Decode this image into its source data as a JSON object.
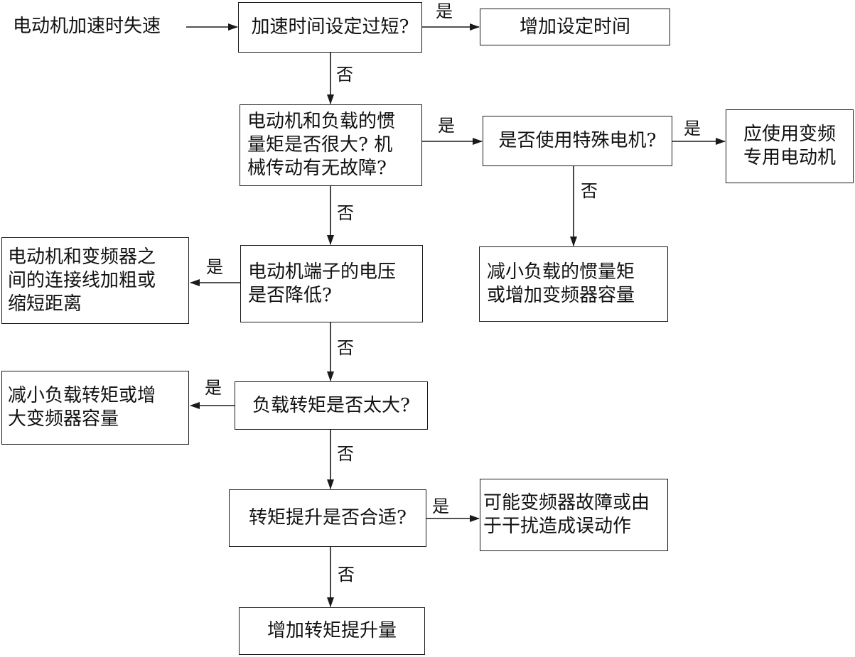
{
  "flowchart": {
    "start_text": "电动机加速时失速",
    "yes_label": "是",
    "no_label": "否",
    "nodes": {
      "accel_time_short": "加速时间设定过短?",
      "increase_set_time": "增加设定时间",
      "inertia_large": "电动机和负载的惯\n量矩是否很大? 机\n械传动有无故障?",
      "special_motor": "是否使用特殊电机?",
      "use_vfd_motor": "应使用变频\n专用电动机",
      "reduce_inertia": "减小负载的惯量矩\n或增加变频器容量",
      "terminal_voltage": "电动机端子的电压\n是否降低?",
      "thicken_wires": "电动机和变频器之\n间的连接线加粗或\n缩短距离",
      "load_torque_large": "负载转矩是否太大?",
      "reduce_load_torque": "减小负载转矩或增\n大变频器容量",
      "torque_boost_ok": "转矩提升是否合适?",
      "vfd_fault": "可能变频器故障或由\n于干扰造成误动作",
      "increase_torque_boost": "增加转矩提升量"
    }
  }
}
